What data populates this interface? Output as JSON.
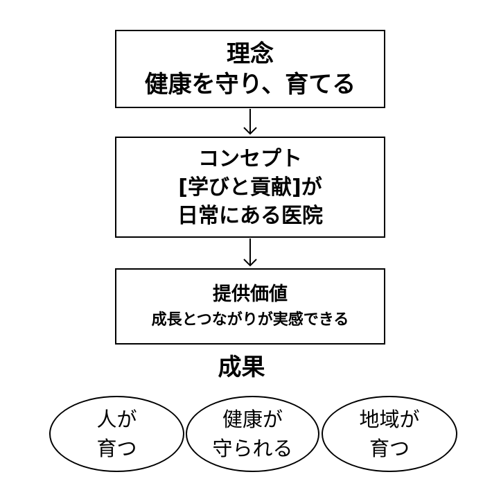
{
  "philosophy": {
    "line1": "理念",
    "line2": "健康を守り、育てる"
  },
  "concept": {
    "line1": "コンセプト",
    "line2": "[学びと貢献]が",
    "line3": "日常にある医院"
  },
  "value": {
    "line1": "提供価値",
    "line2": "成長とつながりが実感できる"
  },
  "outcome": {
    "title": "成果",
    "items": [
      {
        "line1": "人が",
        "line2": "育つ"
      },
      {
        "line1": "健康が",
        "line2": "守られる"
      },
      {
        "line1": "地域が",
        "line2": "育つ"
      }
    ]
  }
}
